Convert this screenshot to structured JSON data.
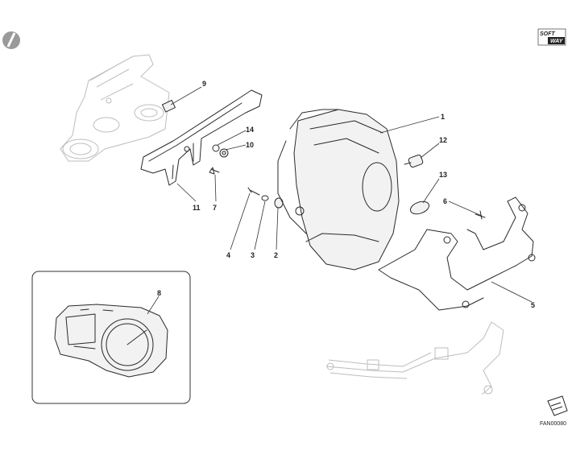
{
  "diagram": {
    "callouts": [
      "1",
      "2",
      "3",
      "4",
      "5",
      "6",
      "7",
      "8",
      "9",
      "10",
      "11",
      "12",
      "13",
      "14"
    ],
    "code": "FAN00080",
    "logo_text": [
      "SOFT",
      "WAY"
    ]
  }
}
